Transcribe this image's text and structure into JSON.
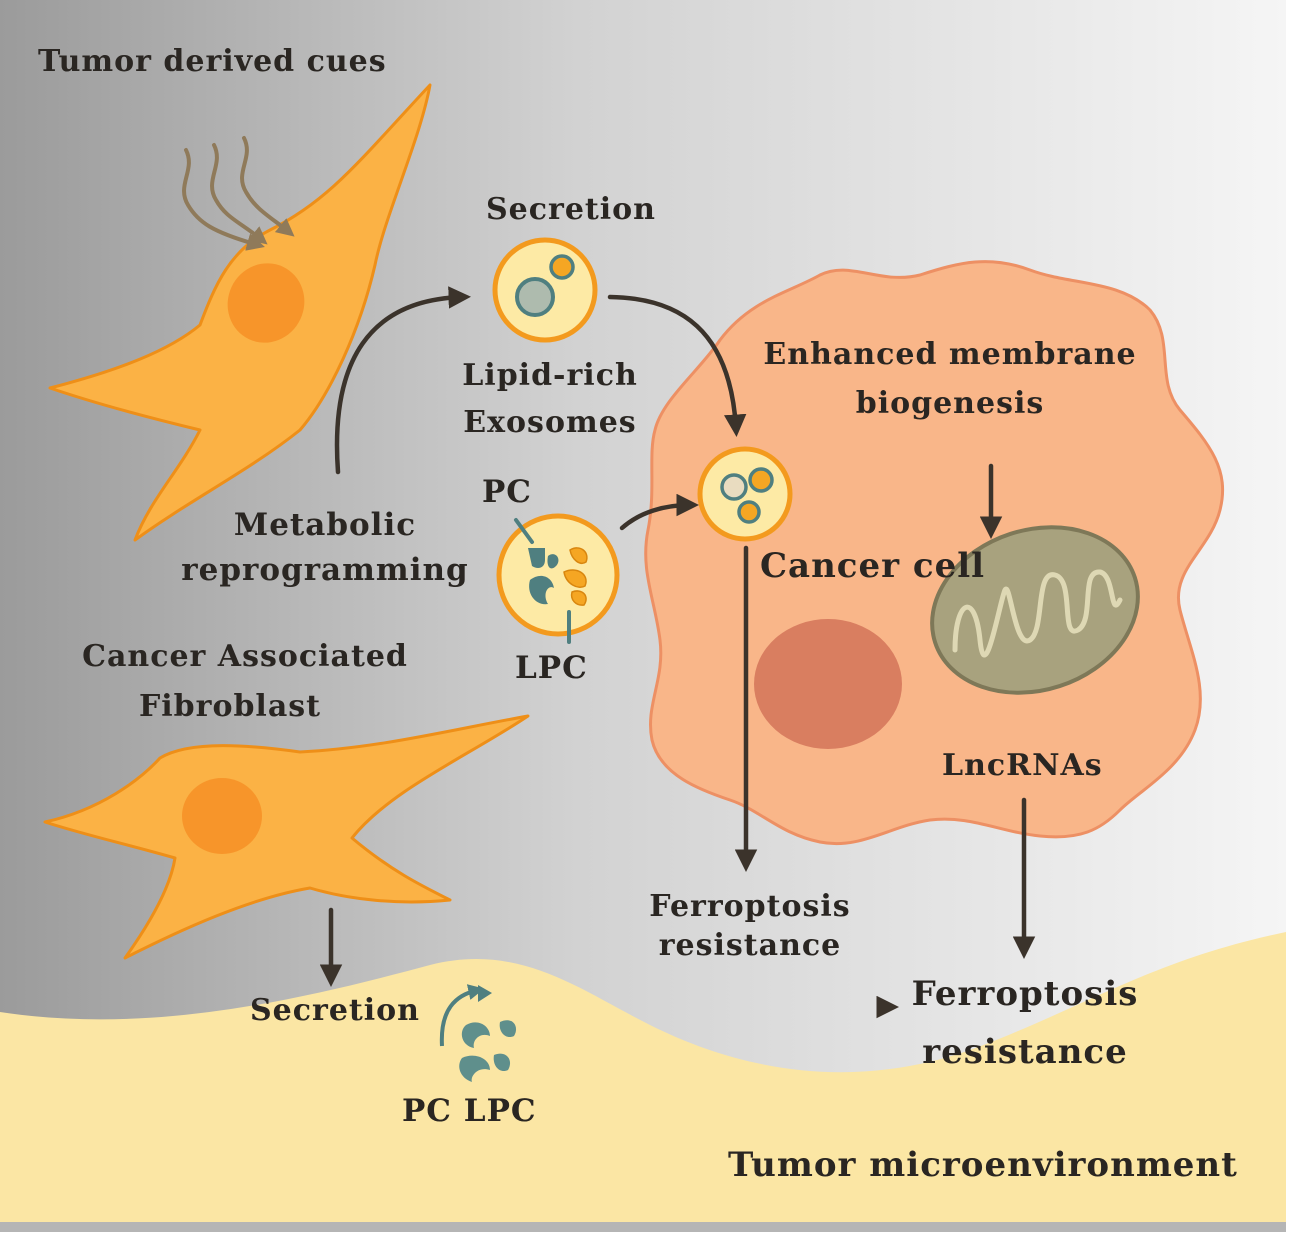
{
  "colors": {
    "background_left": "#9a9a9a",
    "background_right": "#f4f4f4",
    "microenvironment": "#fbe6a4",
    "fibroblast_fill": "#fbb245",
    "fibroblast_stroke": "#ee8f18",
    "fibroblast_nucleus": "#f7952a",
    "cancer_cell_fill": "#f9b689",
    "cancer_cell_stroke": "#ed9064",
    "cancer_nucleus": "#d97e60",
    "mitochondrion": "#a8a27e",
    "vesicle_fill": "#fdeaa5",
    "vesicle_stroke": "#f39a1e",
    "lipid": "#4f7f80",
    "arrow": "#3b332b",
    "cue_arrow": "#8f7a5a"
  },
  "icons": [
    "wavy-cue-arrows",
    "fibroblast-cell",
    "cancer-cell",
    "mitochondrion",
    "exosome",
    "pc-lipid",
    "lpc-lipid"
  ],
  "labels": {
    "tumor_cues": "Tumor derived cues",
    "secretion_top": "Secretion",
    "lipid_exosomes_1": "Lipid-rich",
    "lipid_exosomes_2": "Exosomes",
    "enhanced_1": "Enhanced membrane",
    "enhanced_2": "biogenesis",
    "pc": "PC",
    "lpc": "LPC",
    "metabolic_1": "Metabolic",
    "metabolic_2": "reprogramming",
    "cancer_cell": "Cancer cell",
    "caf_1": "Cancer Associated",
    "caf_2": "Fibroblast",
    "lncrnas": "LncRNAs",
    "ferro_small_1": "Ferroptosis",
    "ferro_small_2": "resistance",
    "ferro_big_1": "Ferroptosis",
    "ferro_big_2": "resistance",
    "secretion_bottom": "Secretion",
    "pc_lpc": "PC LPC",
    "tme": "Tumor microenvironment"
  }
}
